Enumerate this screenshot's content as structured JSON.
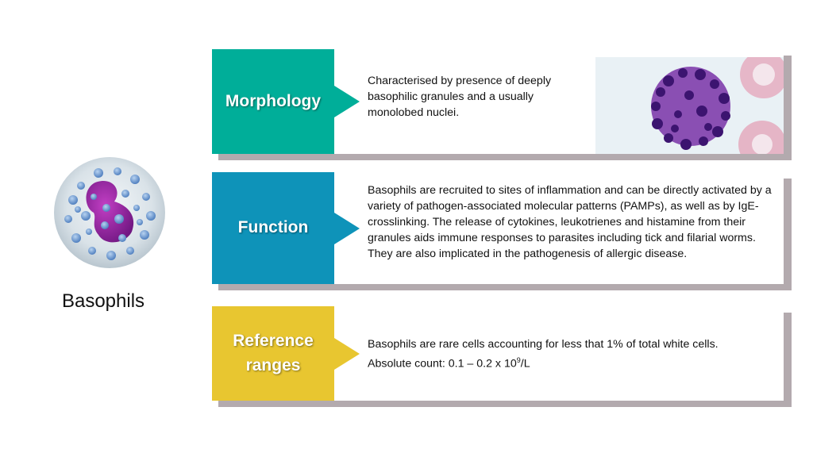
{
  "cell": {
    "title": "Basophils",
    "illustration_icon": "basophil-cell-illustration"
  },
  "rows": [
    {
      "label": "Morphology",
      "color": "#00ae99",
      "text": "Characterised by presence of deeply basophilic granules and a usually monolobed nuclei.",
      "image": "basophil-micrograph"
    },
    {
      "label": "Function",
      "color": "#0e93b9",
      "text": "Basophils are recruited to sites of inflammation and can be directly activated by a variety of pathogen-associated molecular patterns (PAMPs), as well as by IgE-crosslinking. The release of cytokines, leukotrienes and histamine from their granules aids immune responses to parasites including tick and filarial worms. They are also implicated in the pathogenesis of allergic disease."
    },
    {
      "label_line1": "Reference",
      "label_line2": "ranges",
      "color": "#e8c630",
      "text_line1": "Basophils are rare cells accounting for less that 1% of total white cells.",
      "text_line2_prefix": "Absolute count: 0.1 – 0.2 x 10",
      "text_line2_sup": "9",
      "text_line2_suffix": "/L"
    }
  ],
  "colors": {
    "shadow": "#b3aaae",
    "text": "#111111"
  }
}
